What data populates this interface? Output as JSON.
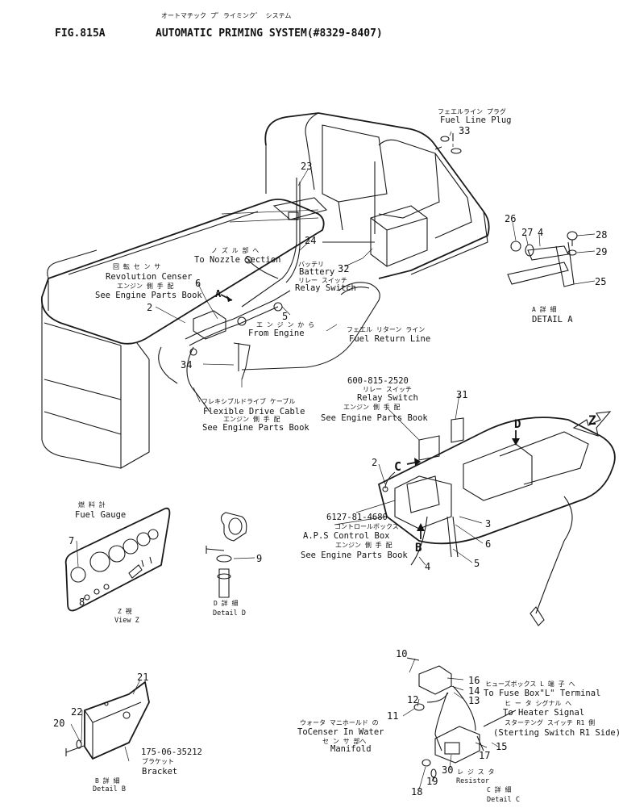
{
  "header": {
    "fig_label": "FIG.815A",
    "title_jp": "オートマチック プ゛ライミンク゛ システム",
    "title_en": "AUTOMATIC PRIMING SYSTEM(#8329-8407)"
  },
  "callouts": {
    "fuel_line_plug": {
      "jp": "フェエルライン プラグ",
      "en": "Fuel Line Plug"
    },
    "to_nozzle": {
      "jp": "ノ ズ ル 部 へ",
      "en": "To Nozzle Section"
    },
    "revolution_censer": {
      "jp": "回 転 セ ン サ",
      "en": "Revolution Censer"
    },
    "engine_parts_1": {
      "jp": "エンジン 側 手 配",
      "en": "See Engine Parts Book"
    },
    "battery_relay": {
      "jp": "バッテリ",
      "en": "Battery",
      "jp2": "リレー スイッチ",
      "en2": "Relay Switch"
    },
    "from_engine": {
      "jp": "エ ン ジ ン か ら",
      "en": "From Engine"
    },
    "fuel_return": {
      "jp": "フェエル リターン ライン",
      "en": "Fuel Return Line"
    },
    "flex_drive": {
      "jp": "フレキシブルドライブ ケーブル",
      "en": "Flexible Drive Cable",
      "jp2": "エンジン 側 手 配",
      "en2": "See Engine Parts Book"
    },
    "relay_switch_pn": {
      "pn": "600-815-2520",
      "jp": "リレー スイッチ",
      "en": "Relay Switch",
      "jp2": "エンジン 側 手 配",
      "en2": "See Engine Parts Book"
    },
    "aps_box": {
      "pn": "6127-81-4680",
      "jp": "コントロールボックス",
      "en": "A.P.S Control Box",
      "jp2": "エンジン 側 手 配",
      "en2": "See Engine Parts Book"
    },
    "fuel_gauge": {
      "jp": "燃 料 計",
      "en": "Fuel Gauge"
    },
    "detail_a": {
      "jp": "A 詳 細",
      "en": "DETAIL A"
    },
    "view_z": {
      "jp": "Z 視",
      "en": "View Z"
    },
    "detail_d": {
      "jp": "D 詳 細",
      "en": "Detail D"
    },
    "bracket": {
      "pn": "175-06-35212",
      "jp": "ブラケット",
      "en": "Bracket"
    },
    "detail_b": {
      "jp": "B 詳 細",
      "en": "Detail B"
    },
    "fuse_box": {
      "jp": "ヒューズボックス L 端 子 へ",
      "en": "To Fuse Box\"L\" Terminal"
    },
    "heater_signal": {
      "jp": "ヒ ー タ シグナル へ",
      "en": "To Heater Signal"
    },
    "starting_switch": {
      "jp": "スターテング スイッチ R1 側",
      "en": "(Sterting Switch R1 Side)"
    },
    "water_censer": {
      "jp": "ウォータ マニホールド の",
      "en": "ToCenser In Water",
      "jp2": "セ ン サ 部へ",
      "en2": "Manifold"
    },
    "resistor": {
      "jp": "レ ジ ス タ",
      "en": "Resistor"
    },
    "detail_c": {
      "jp": "C 詳 細",
      "en": "Detail C"
    }
  },
  "view_letters": {
    "z": "Z",
    "d": "D",
    "c": "C",
    "b": "B",
    "a": "A"
  },
  "part_numbers": [
    "2",
    "3",
    "4",
    "5",
    "6",
    "7",
    "8",
    "9",
    "10",
    "11",
    "12",
    "13",
    "14",
    "15",
    "16",
    "17",
    "18",
    "19",
    "20",
    "21",
    "22",
    "23",
    "24",
    "25",
    "26",
    "27",
    "28",
    "29",
    "30",
    "31",
    "32",
    "33",
    "34"
  ]
}
